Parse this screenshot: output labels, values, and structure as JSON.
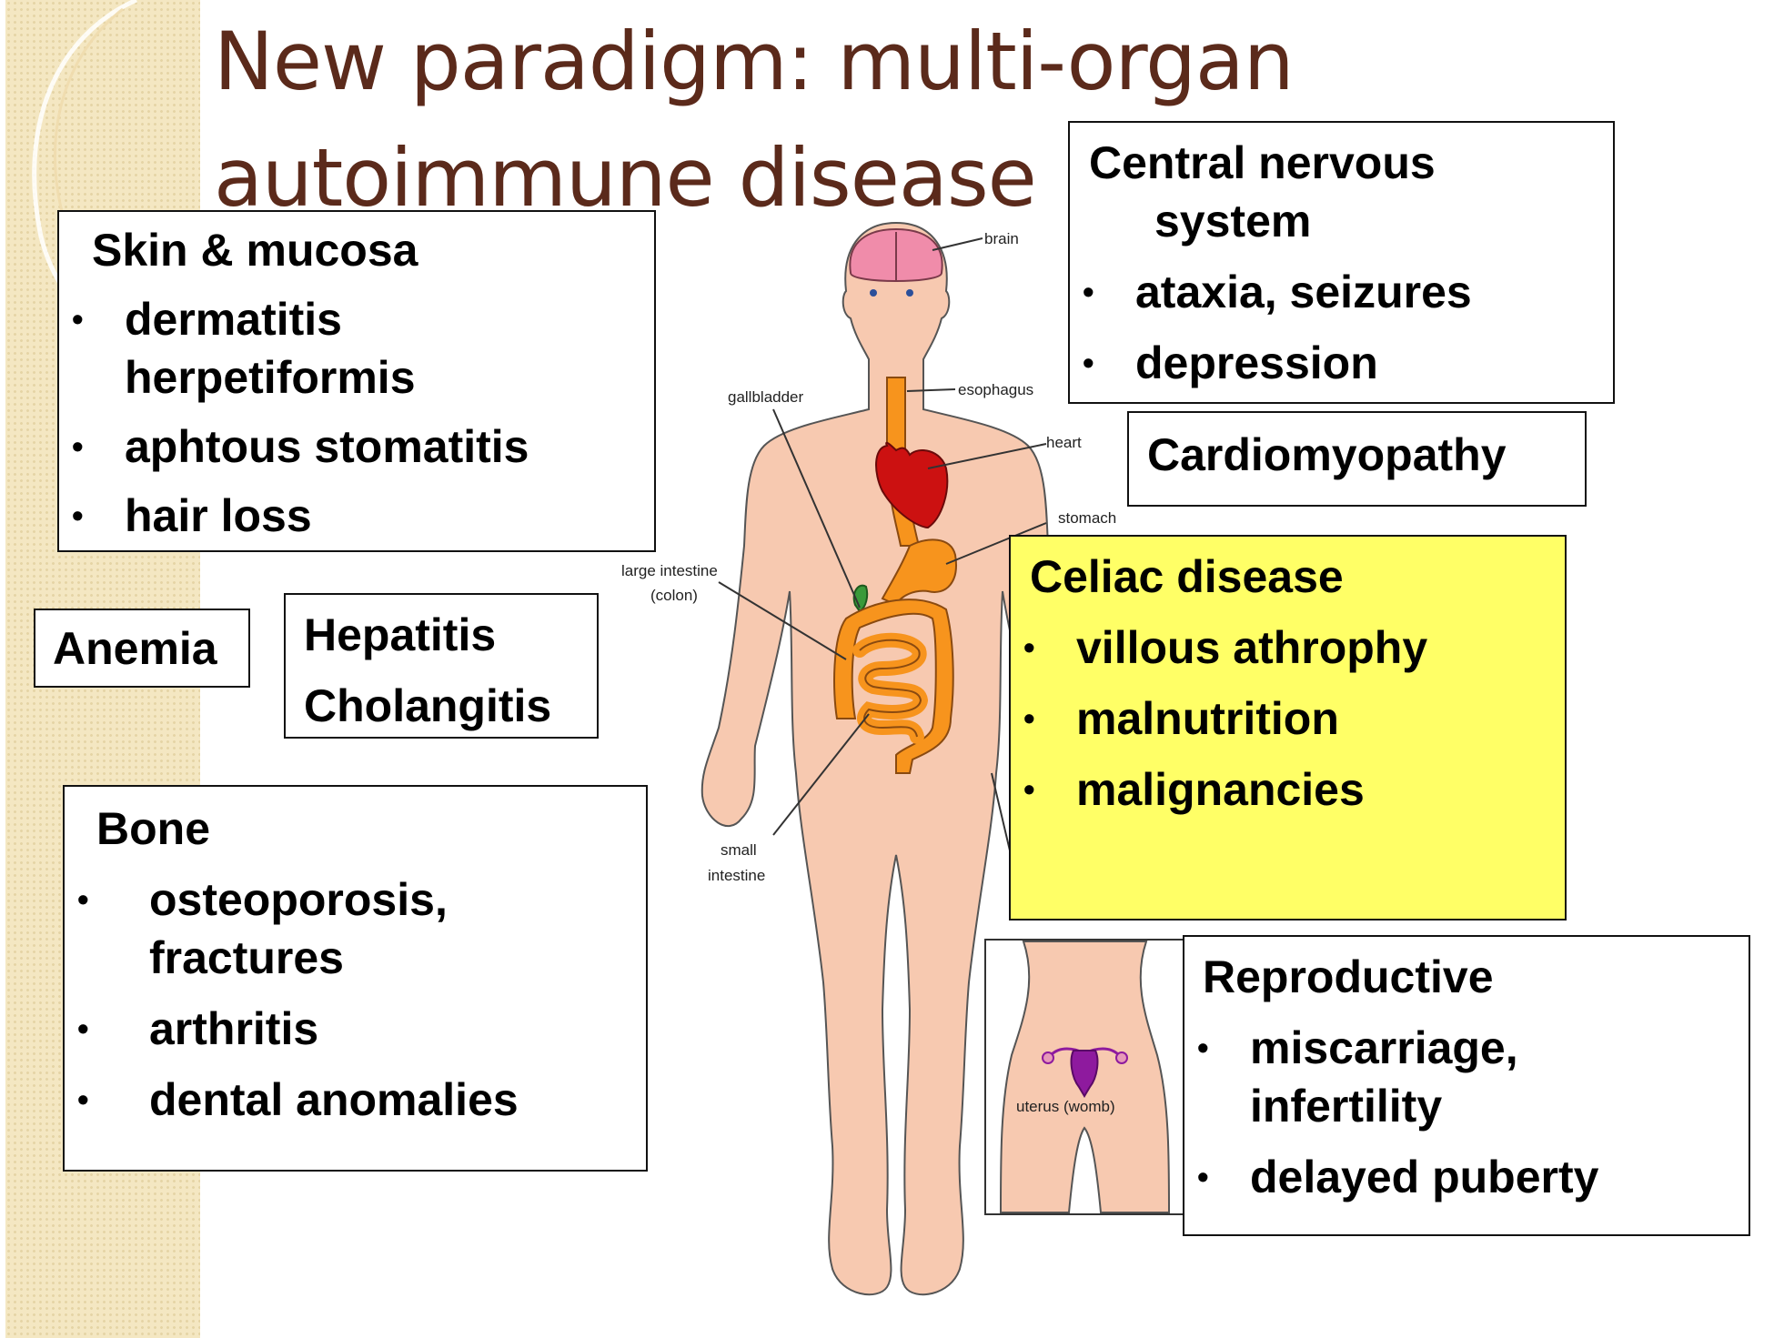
{
  "title": {
    "line1": "New paradigm: multi-organ",
    "line2": "autoimmune disease"
  },
  "diagram_labels": {
    "brain": "brain",
    "esophagus": "esophagus",
    "gallbladder": "gallbladder",
    "heart": "heart",
    "stomach": "stomach",
    "large_intestine_1": "large intestine",
    "large_intestine_2": "(colon)",
    "small_intestine_1": "small",
    "small_intestine_2": "intestine",
    "uterus": "uterus (womb)"
  },
  "skin": {
    "heading": "Skin & mucosa",
    "item1_line1": "dermatitis",
    "item1_line2": "herpetiformis",
    "item2": "aphtous stomatitis",
    "item3": "hair loss"
  },
  "cns": {
    "heading_line1": "Central nervous",
    "heading_line2": "system",
    "item1": "ataxia, seizures",
    "item2": "depression"
  },
  "cardio": {
    "label": "Cardiomyopathy"
  },
  "celiac": {
    "heading": "Celiac disease",
    "item1": "villous athrophy",
    "item2": "malnutrition",
    "item3": "malignancies"
  },
  "anemia": {
    "label": "Anemia"
  },
  "liver": {
    "line1": "Hepatitis",
    "line2": "Cholangitis"
  },
  "bone": {
    "heading": "Bone",
    "item1_line1": "osteoporosis,",
    "item1_line2": "fractures",
    "item2": "arthritis",
    "item3": "dental anomalies"
  },
  "repro": {
    "heading": "Reproductive",
    "item1_line1": "miscarriage,",
    "item1_line2": "infertility",
    "item2": "delayed puberty"
  },
  "colors": {
    "title": "#5b2a1b",
    "highlight": "#ffff66",
    "skin": "#f7c9b0",
    "organ_orange": "#f7941d",
    "heart_red": "#cc1111",
    "brain_pink": "#f08caa",
    "uterus_purple": "#8e1a9e"
  }
}
